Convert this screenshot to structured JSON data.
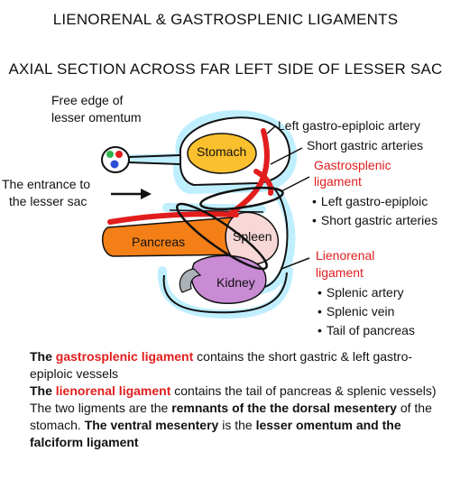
{
  "title": "LIENORENAL & GASTROSPLENIC LIGAMENTS",
  "subtitle": "AXIAL SECTION ACROSS FAR LEFT SIDE OF LESSER SAC",
  "labels": {
    "free_edge_1": "Free edge of",
    "free_edge_2": "lesser omentum",
    "entrance_1": "The entrance to",
    "entrance_2": "the lesser sac",
    "stomach": "Stomach",
    "pancreas": "Pancreas",
    "spleen": "Spleen",
    "kidney": "Kidney",
    "left_gastro_epiploic_artery": "Left gastro-epiploic artery",
    "short_gastric_arteries": "Short gastric arteries",
    "gastrosplenic_1": "Gastrosplenic",
    "gastrosplenic_2": "ligament",
    "gs_bullet_1": "Left gastro-epiploic",
    "gs_bullet_2": "Short gastric arteries",
    "lienorenal_1": "Lienorenal",
    "lienorenal_2": "ligament",
    "lr_bullet_1": "Splenic artery",
    "lr_bullet_2": "Splenic vein",
    "lr_bullet_3": "Tail of pancreas"
  },
  "bottom": {
    "line1_a": "The ",
    "line1_b": "gastrosplenic ligament",
    "line1_c": " contains the short gastric & left gastro-epiploic vessels",
    "line2_a": "The ",
    "line2_b": "lienorenal ligament",
    "line2_c": " contains the tail of pancreas & splenic vessels)",
    "line3_a": "The two ligments are the ",
    "line3_b": "remnants of the the dorsal mesentery",
    "line3_c": " of the stomach. ",
    "line3_d": "The ventral mesentery",
    "line3_e": " is the ",
    "line3_f": "lesser omentum and  the falciform ligament"
  },
  "colors": {
    "stomach": "#fbc02d",
    "pancreas": "#f57f17",
    "spleen": "#f8d7d7",
    "kidney": "#c98bd4",
    "artery": "#e21d1d",
    "peritoneum_glow": "#bfefff"
  }
}
